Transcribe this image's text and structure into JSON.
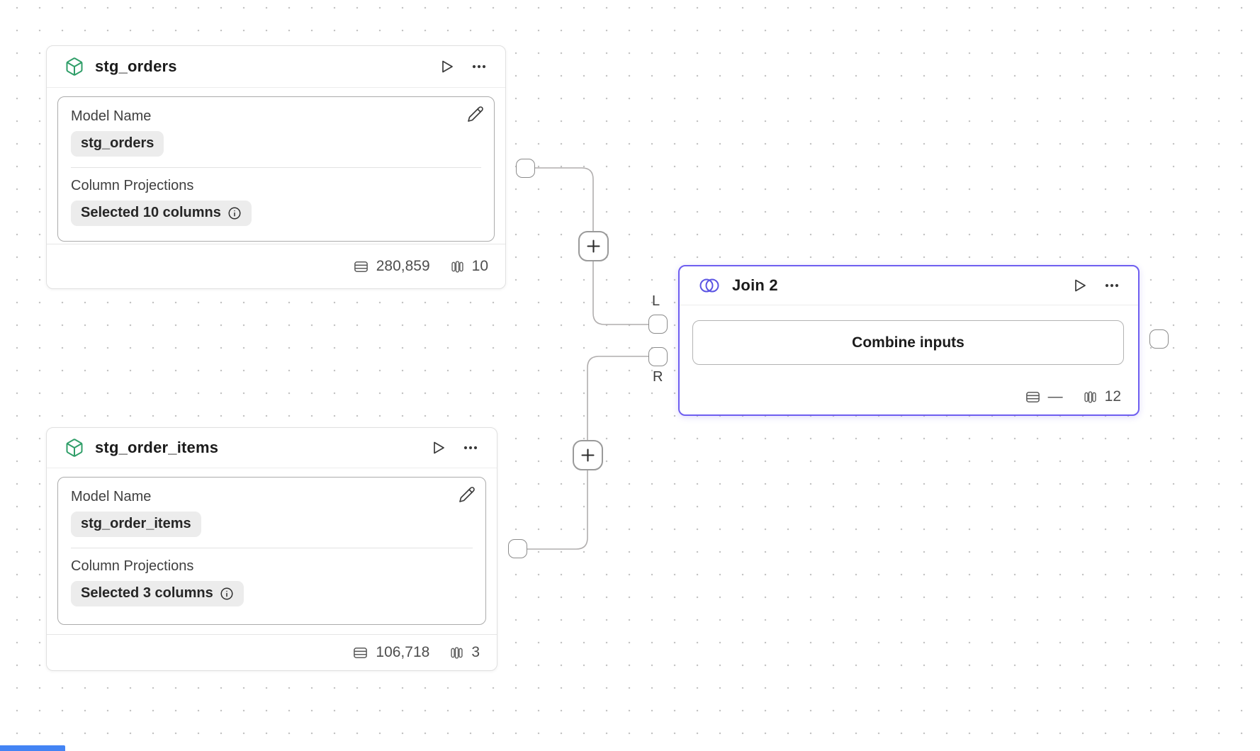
{
  "canvas": {
    "dot_color": "#c4c4c4",
    "edge_color": "#b1aeae",
    "blue_bar_color": "#4384f4"
  },
  "colors": {
    "model_icon_green": "#2f9e68",
    "join_accent_purple": "#6e5ef0"
  },
  "nodes": {
    "stg_orders": {
      "title": "stg_orders",
      "icon": "box-icon",
      "fields": {
        "model_name": {
          "label": "Model Name",
          "value": "stg_orders"
        },
        "column_projections": {
          "label": "Column Projections",
          "value": "Selected 10 columns"
        }
      },
      "stats": {
        "rows": "280,859",
        "columns": "10"
      }
    },
    "stg_order_items": {
      "title": "stg_order_items",
      "icon": "box-icon",
      "fields": {
        "model_name": {
          "label": "Model Name",
          "value": "stg_order_items"
        },
        "column_projections": {
          "label": "Column Projections",
          "value": "Selected 3 columns"
        }
      },
      "stats": {
        "rows": "106,718",
        "columns": "3"
      }
    },
    "join_2": {
      "title": "Join 2",
      "icon": "join-circles-icon",
      "body_button": "Combine inputs",
      "stats": {
        "rows": "—",
        "columns": "12"
      },
      "ports": {
        "left": "L",
        "right": "R"
      }
    }
  }
}
